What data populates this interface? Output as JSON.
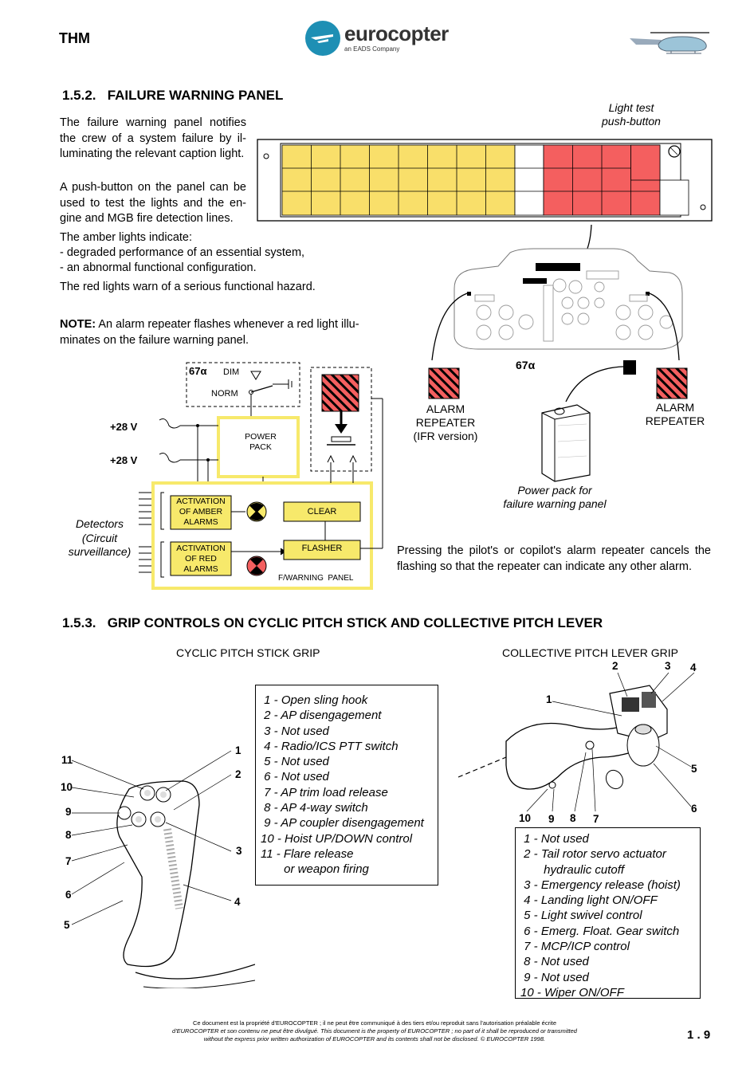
{
  "header": {
    "doc_code": "THM",
    "logo_text": "eurocopter",
    "logo_subtext": "an EADS Company"
  },
  "section1": {
    "title": "1.5.2.   FAILURE WARNING PANEL",
    "para1": "The failure warning panel notifies the crew of a system failure by il-luminating the relevant caption light.",
    "para2": "A push-button on the panel can be used to test the lights and the en-gine and MGB fire detection lines.",
    "para3_intro": "The amber lights indicate:",
    "para3_line1": "- degraded performance of an essential system,",
    "para3_line2": "- an abnormal functional configuration.",
    "para4": "The red lights warn of a serious functional hazard.",
    "note_label": "NOTE:",
    "note_text": " An alarm repeater flashes whenever a red light illu-minates on the failure warning panel.",
    "light_test_line1": "Light test",
    "light_test_line2": "push-button",
    "alpha_left": "67α",
    "alpha_center": "67α",
    "alarm_left": [
      "ALARM",
      "REPEATER",
      "(IFR  version)"
    ],
    "alarm_right": [
      "ALARM",
      "REPEATER"
    ],
    "power_pack_caption_1": "Power pack for",
    "power_pack_caption_2": "failure  warning panel",
    "pressing_text": "Pressing the pilot's or copilot's alarm repeater cancels the flashing so that the repeater can indicate any other alarm.",
    "schematic": {
      "dim": "DIM",
      "norm": "NORM",
      "v1": "+28 V",
      "v2": "+28 V",
      "power_pack": [
        "POWER",
        "PACK"
      ],
      "amber": [
        "ACTIVATION",
        "OF AMBER",
        "ALARMS"
      ],
      "red": [
        "ACTIVATION",
        "OF  RED",
        "ALARMS"
      ],
      "clear": "CLEAR",
      "flasher": "FLASHER",
      "fwarning": "F/WARNING  PANEL",
      "detectors": [
        "Detectors",
        "(Circuit",
        "surveillance)"
      ]
    }
  },
  "section2": {
    "title": "1.5.3.   GRIP CONTROLS ON CYCLIC PITCH STICK AND COLLECTIVE PITCH LEVER",
    "cyclic_title": "CYCLIC PITCH STICK GRIP",
    "collective_title": "COLLECTIVE PITCH LEVER GRIP",
    "cyclic_items": [
      " 1 - Open sling hook",
      " 2 - AP disengagement",
      " 3 - Not used",
      " 4 - Radio/ICS PTT switch",
      " 5 - Not used",
      " 6 - Not used",
      " 7 - AP trim load release",
      " 8 - AP 4-way switch",
      " 9 - AP coupler disengagement",
      "10 - Hoist UP/DOWN control",
      "11 - Flare release",
      "       or weapon firing"
    ],
    "collective_items": [
      " 1 - Not used",
      " 2 - Tail rotor servo actuator",
      "       hydraulic cutoff",
      " 3 - Emergency release (hoist)",
      " 4 - Landing light ON/OFF",
      " 5 - Light swivel control",
      " 6 - Emerg. Float. Gear switch",
      " 7 - MCP/ICP control",
      " 8 - Not used",
      " 9 - Not used",
      "10 - Wiper ON/OFF"
    ],
    "cyclic_callouts": {
      "n11": "11",
      "n10": "10",
      "n9": "9",
      "n8": "8",
      "n7": "7",
      "n6": "6",
      "n5": "5",
      "n1": "1",
      "n2": "2",
      "n3": "3",
      "n4": "4"
    },
    "collective_callouts": {
      "n1": "1",
      "n2": "2",
      "n3": "3",
      "n4": "4",
      "n5": "5",
      "n6": "6",
      "n7": "7",
      "n8": "8",
      "n9": "9",
      "n10": "10"
    }
  },
  "footer": {
    "line1": "Ce document est la propriété d'EUROCOPTER ; il ne peut être communiqué à des tiers et/ou reproduit sans l'autorisation préalable écrite",
    "line2": "d'EUROCOPTER et son contenu ne peut être divulgué.  This document is the property of EUROCOPTER ;  no part of it shall be reproduced or transmitted",
    "line3": "without the express prior written authorization of EUROCOPTER and its contents shall not be disclosed. © EUROCOPTER 1998.",
    "page_number": "1 . 9"
  },
  "colors": {
    "amber": "#f9df6a",
    "red": "#f45f5f",
    "schematic_yellow": "#f7e96b",
    "logo_blue": "#1e8fb4"
  }
}
